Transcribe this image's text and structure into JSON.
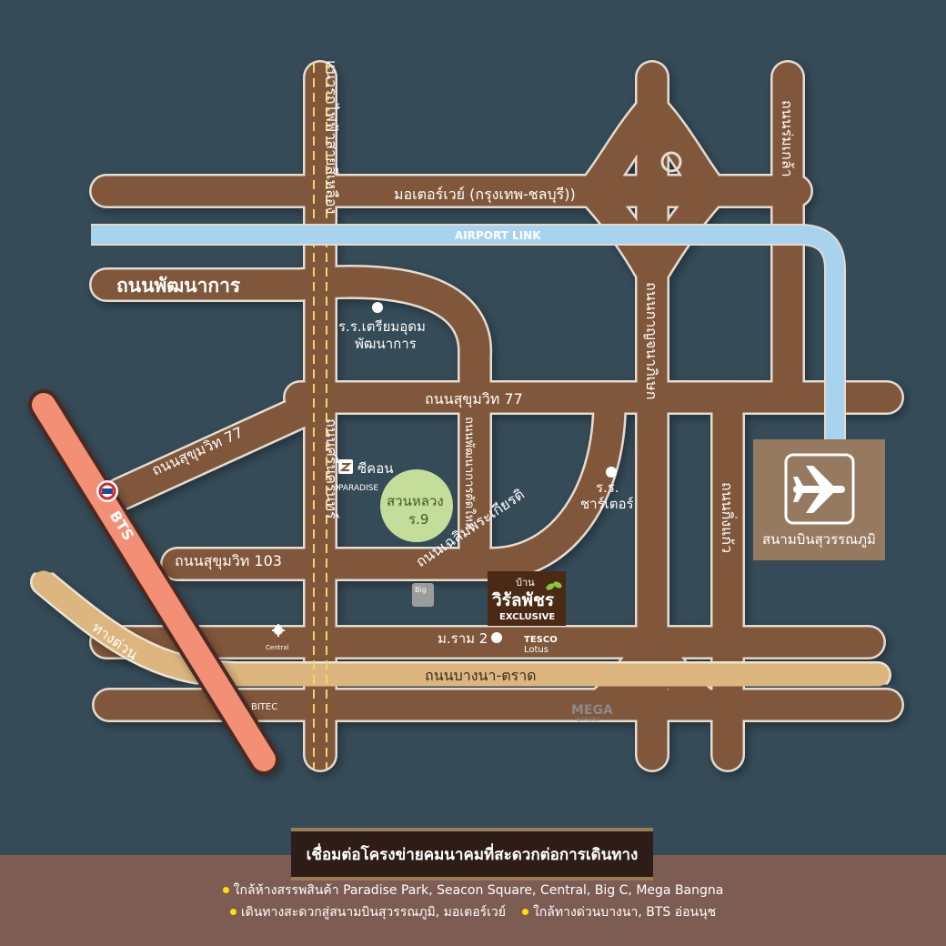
{
  "roads": {
    "motorway": "มอเตอร์เวย์ (กรุงเทพ-ชลบุรี))",
    "airport_link": "AIRPORT LINK",
    "phatthanakan": "ถนนพัฒนาการ",
    "sukhumvit77_upper": "ถนนสุขุมวิท 77",
    "sukhumvit77_diag": "ถนนสุขุมวิท 77",
    "sukhumvit103": "ถนนสุขุมวิท 103",
    "chalerm_phrakiat": "ถนนเฉลิมพระเกียรติ",
    "bangna_trat": "ถนนบางนา-ตราด",
    "expressway": "ทางด่วน",
    "bts": "BTS",
    "yellow_line": "แนวรถไฟฟ้าสายสีเหลือง",
    "srinagarindra": "ถนนศรีนครินทร์",
    "phatthanakan_new": "ถนนพัฒนาการตัดใหม่",
    "kanchanaphisek": "ถนนกาญจนาภิเษก",
    "king_kaew": "ถนนกิ่งแก้ว",
    "rom_klao": "ถนนร่มเกล้า"
  },
  "places": {
    "school_line1": "ร.ร.เตรียมอุดม",
    "school_line2": "พัฒนาการ",
    "charter_line1": "ร.ร.",
    "charter_line2": "ชาร์เตอร์",
    "seacon": "ซีคอน",
    "paradise": "PARADISE",
    "park_line1": "สวนหลวง",
    "park_line2": "ร.9",
    "big_c": "Big",
    "central": "Central",
    "ramkhamhaeng": "ม.ราม 2",
    "tesco": "TESCO",
    "lotus": "Lotus",
    "bitec": "BITEC",
    "mega": "MEGA",
    "mega_sub": "BANGNA",
    "airport": "สนามบินสุวรรณภูมิ"
  },
  "project": {
    "ban": "บ้าน",
    "name": "วิรัลพัชร",
    "tag": "EXCLUSIVE"
  },
  "footer": {
    "title": "เชื่อมต่อโครงข่ายคมนาคมที่สะดวกต่อการเดินทาง",
    "bullet1": "ใกล้ห้างสรรพสินค้า  Paradise Park, Seacon Square, Central, Big C, Mega Bangna",
    "bullet2": "เดินทางสะดวกสู่สนามบินสุวรรณภูมิ, มอเตอร์เวย์",
    "bullet3": "ใกล้ทางด่วนบางนา, BTS อ่อนนุช"
  },
  "colors": {
    "background": "#354b58",
    "road": "#80573a",
    "road_edge": "#e4dcd0",
    "airport_link": "#a7d3ef",
    "expressway": "#dcb67e",
    "bts": "#f28f75",
    "park": "#c4dd9a",
    "airport_box": "#957a60",
    "footer": "#7d5c53",
    "bullet": "#ffe000"
  }
}
